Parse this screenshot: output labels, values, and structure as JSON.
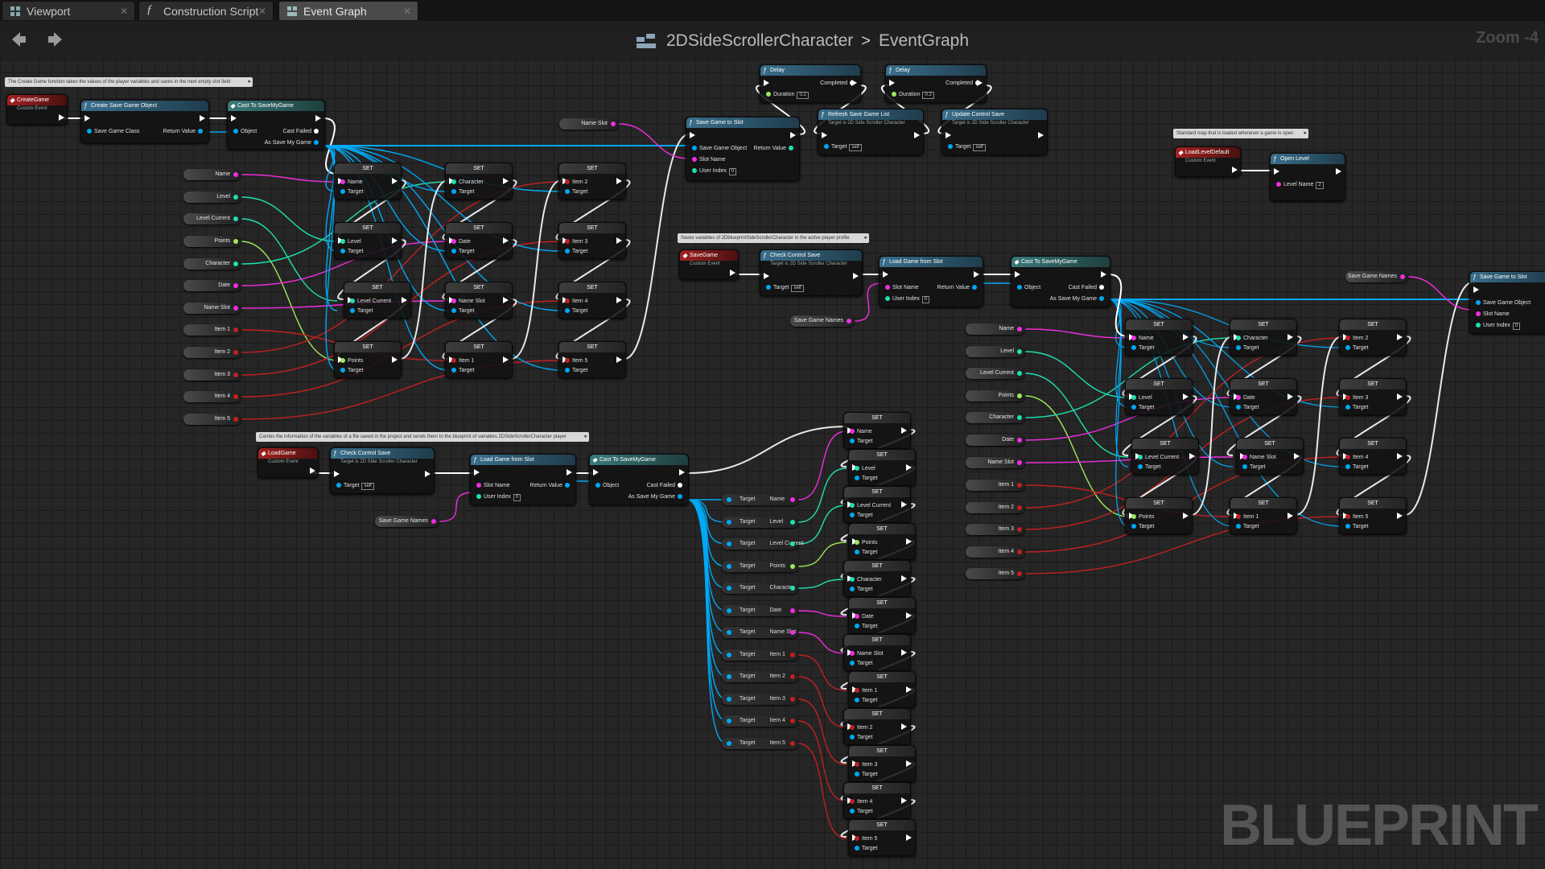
{
  "tabs": [
    {
      "label": "Viewport",
      "active": false
    },
    {
      "label": "Construction Script",
      "active": false
    },
    {
      "label": "Event Graph",
      "active": true
    }
  ],
  "breadcrumb": {
    "blueprint": "2DSideScrollerCharacter",
    "graph": "EventGraph"
  },
  "zoom_label": "Zoom -4",
  "watermark": "BLUEPRINT",
  "colors": {
    "string": "#f02ee0",
    "int": "#1fe0b0",
    "object": "#00a8f5",
    "exec": "#ffffff",
    "item": "#c02020",
    "set_wire": "#e8e8e8",
    "lime": "#9de85a"
  },
  "comments": {
    "c1": "The Create Game function takes the values of the player variables and saves in the next empty slot field",
    "c2": "Saves variables of 2DblueprintSideScrollerCharacter in the active player profile",
    "c3": "Carries the information of the variables of a file saved in the project and sends them to the blueprint of variables 2DSideScrollerCharacter player",
    "c4": "Standard map that is loaded whenever a game is open"
  },
  "labels": {
    "set": "SET",
    "name": "Name",
    "level": "Level",
    "level_current": "Level Current",
    "points": "Points",
    "character": "Character",
    "date": "Date",
    "name_slot": "Name Slot",
    "item1": "Item 1",
    "item2": "Item 2",
    "item3": "Item 3",
    "item4": "Item 4",
    "item5": "Item 5",
    "target": "Target",
    "self": "self",
    "object": "Object",
    "cast_failed": "Cast Failed",
    "as_save": "As Save My Game",
    "return_value": "Return Value",
    "slot_name": "Slot Name",
    "user_index": "User Index",
    "zero": "0",
    "save_game_object": "Save Game Object",
    "save_game_class": "Save Game Class",
    "save_my_game": "Save My Game",
    "duration": "Duration",
    "completed": "Completed",
    "dur_val": "0.2",
    "level_name": "Level Name",
    "level_val": "2",
    "save_game_names": "Save Game Names",
    "target_is": "Target is 2D Side Scroller Character",
    "custom_event": "Custom Event"
  },
  "nodes": {
    "create_game": "CreateGame",
    "create_save_obj": "Create Save Game Object",
    "cast": "Cast To SaveMyGame",
    "save_to_slot": "Save Game to Slot",
    "delay": "Delay",
    "refresh": "Refresh Save Game List",
    "update": "Update Control Save",
    "load_level": "LoadLevelDefault",
    "open_level": "Open Level",
    "save_game": "SaveGame",
    "check": "Check Control Save",
    "load_from_slot": "Load Game from Slot",
    "load_game": "LoadGame"
  }
}
